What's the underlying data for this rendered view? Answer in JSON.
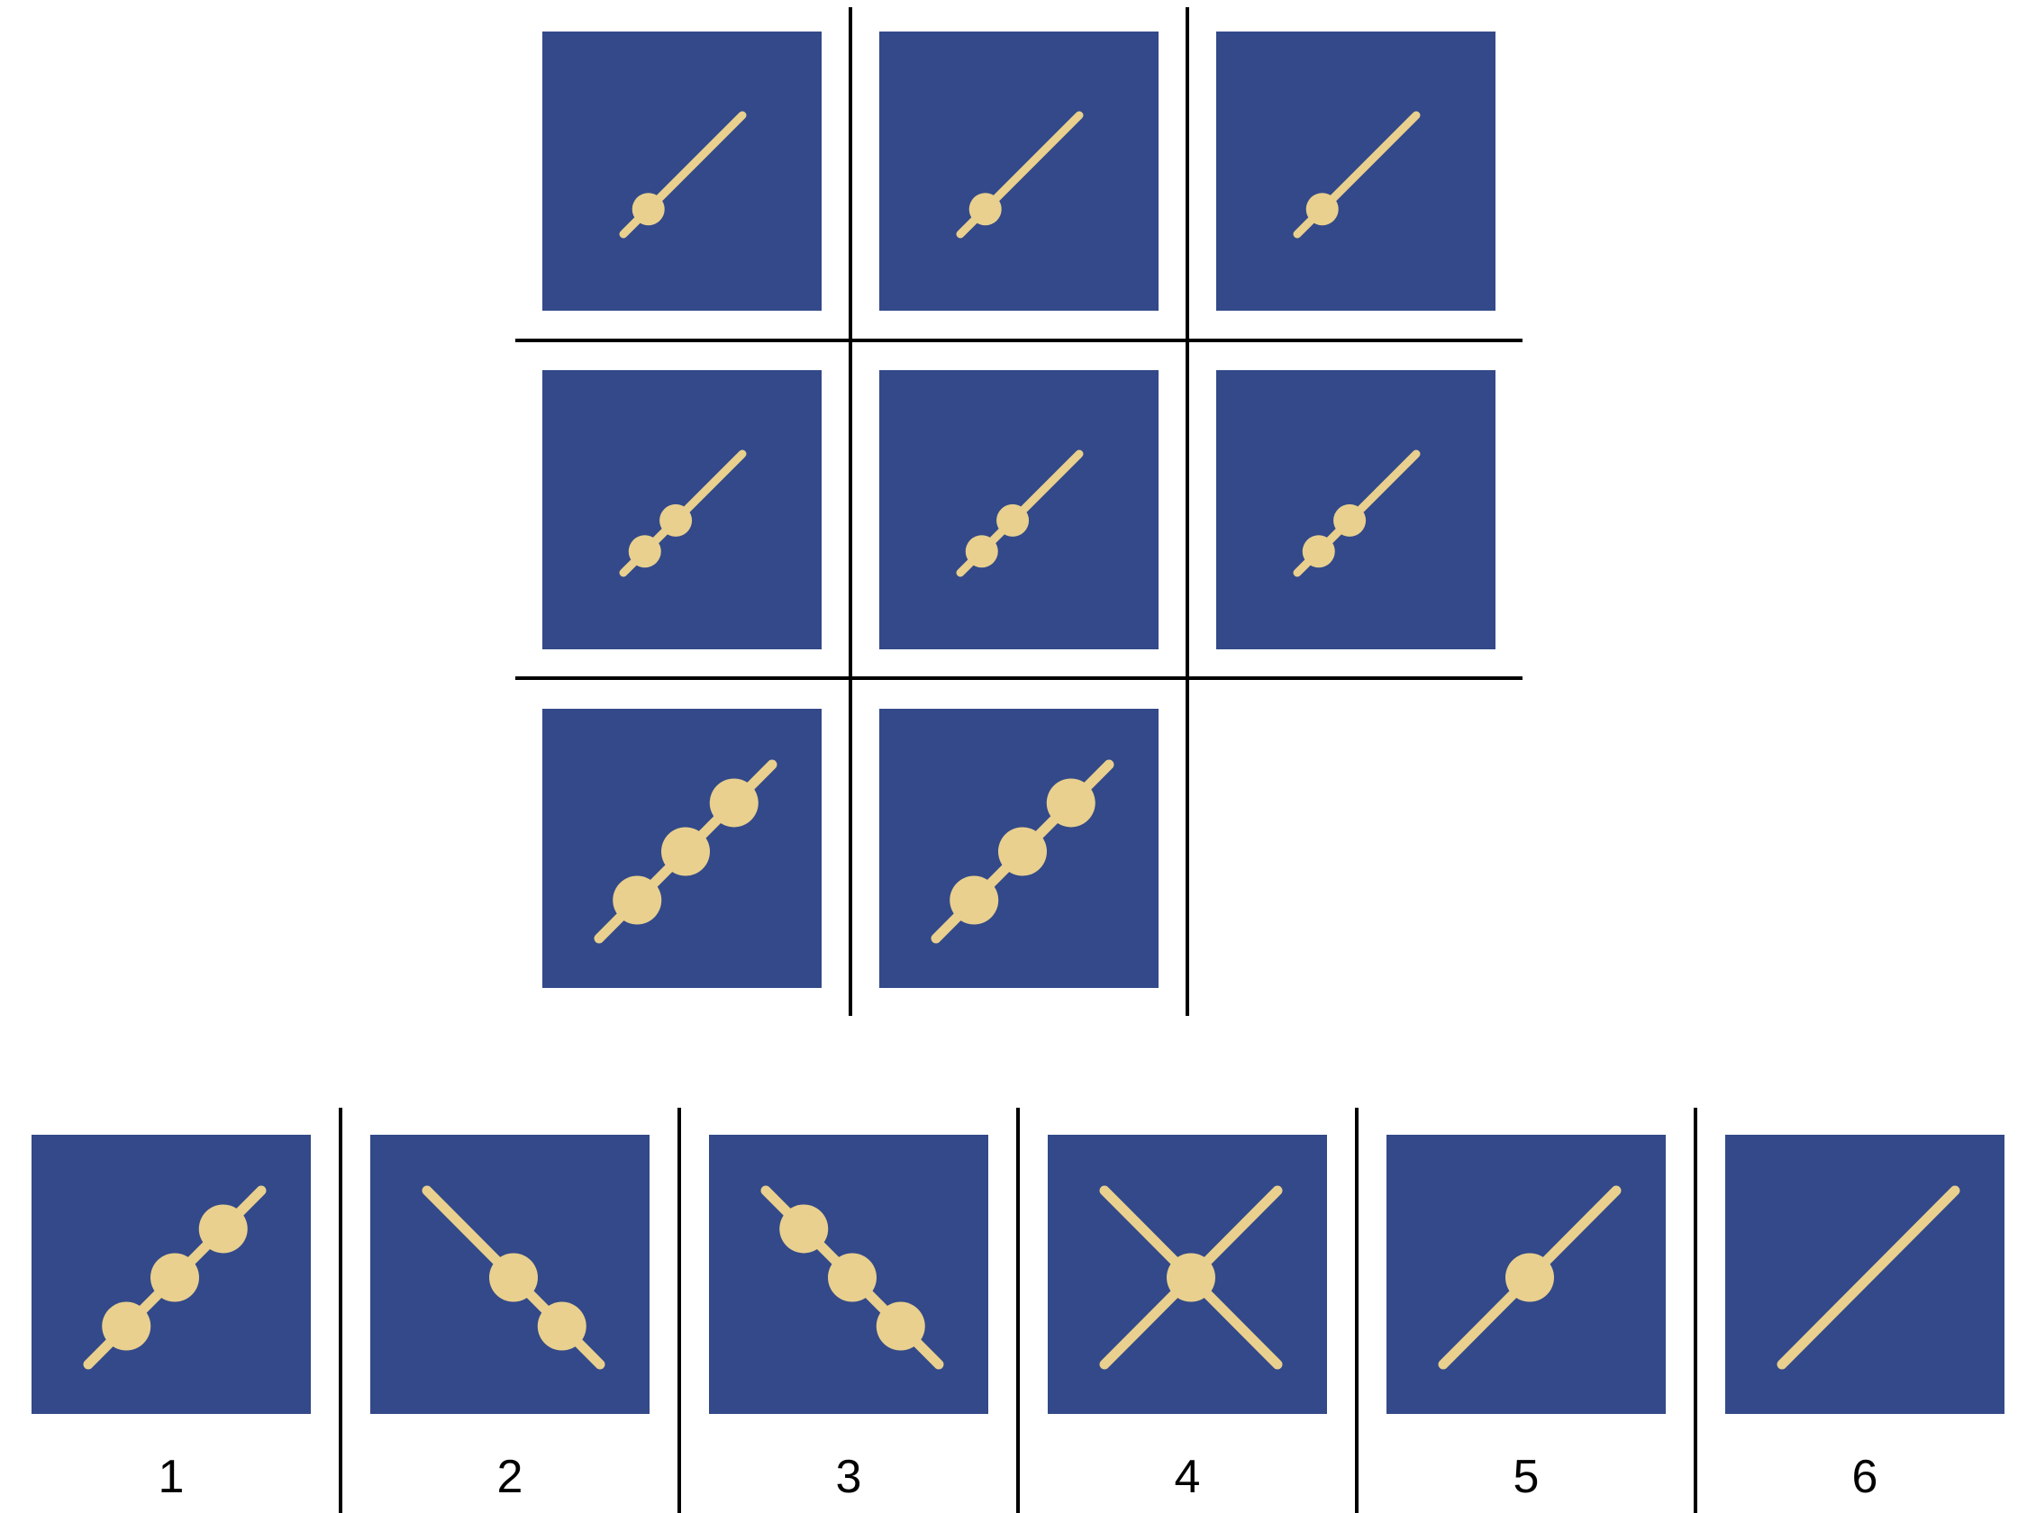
{
  "colors": {
    "tile_bg": "#334989",
    "figure": "#E9D08E",
    "grid_lines": "#000000",
    "label": "#000000"
  },
  "matrix": {
    "rows": 3,
    "cols": 3,
    "missing_cell": "row 3, column 3",
    "cells": [
      {
        "row": 1,
        "col": 1,
        "line": "ascending",
        "beads": 1,
        "bead_size": "small"
      },
      {
        "row": 1,
        "col": 2,
        "line": "ascending",
        "beads": 1,
        "bead_size": "small"
      },
      {
        "row": 1,
        "col": 3,
        "line": "ascending",
        "beads": 1,
        "bead_size": "small"
      },
      {
        "row": 2,
        "col": 1,
        "line": "ascending",
        "beads": 2,
        "bead_size": "small"
      },
      {
        "row": 2,
        "col": 2,
        "line": "ascending",
        "beads": 2,
        "bead_size": "small"
      },
      {
        "row": 2,
        "col": 3,
        "line": "ascending",
        "beads": 2,
        "bead_size": "small"
      },
      {
        "row": 3,
        "col": 1,
        "line": "ascending",
        "beads": 3,
        "bead_size": "large"
      },
      {
        "row": 3,
        "col": 2,
        "line": "ascending",
        "beads": 3,
        "bead_size": "large"
      }
    ]
  },
  "options": [
    {
      "label": "1",
      "line": "ascending",
      "beads": 3
    },
    {
      "label": "2",
      "line": "descending",
      "beads": 2
    },
    {
      "label": "3",
      "line": "descending",
      "beads": 3
    },
    {
      "label": "4",
      "line": "cross",
      "beads": 1
    },
    {
      "label": "5",
      "line": "ascending",
      "beads": 1
    },
    {
      "label": "6",
      "line": "ascending",
      "beads": 0
    }
  ]
}
